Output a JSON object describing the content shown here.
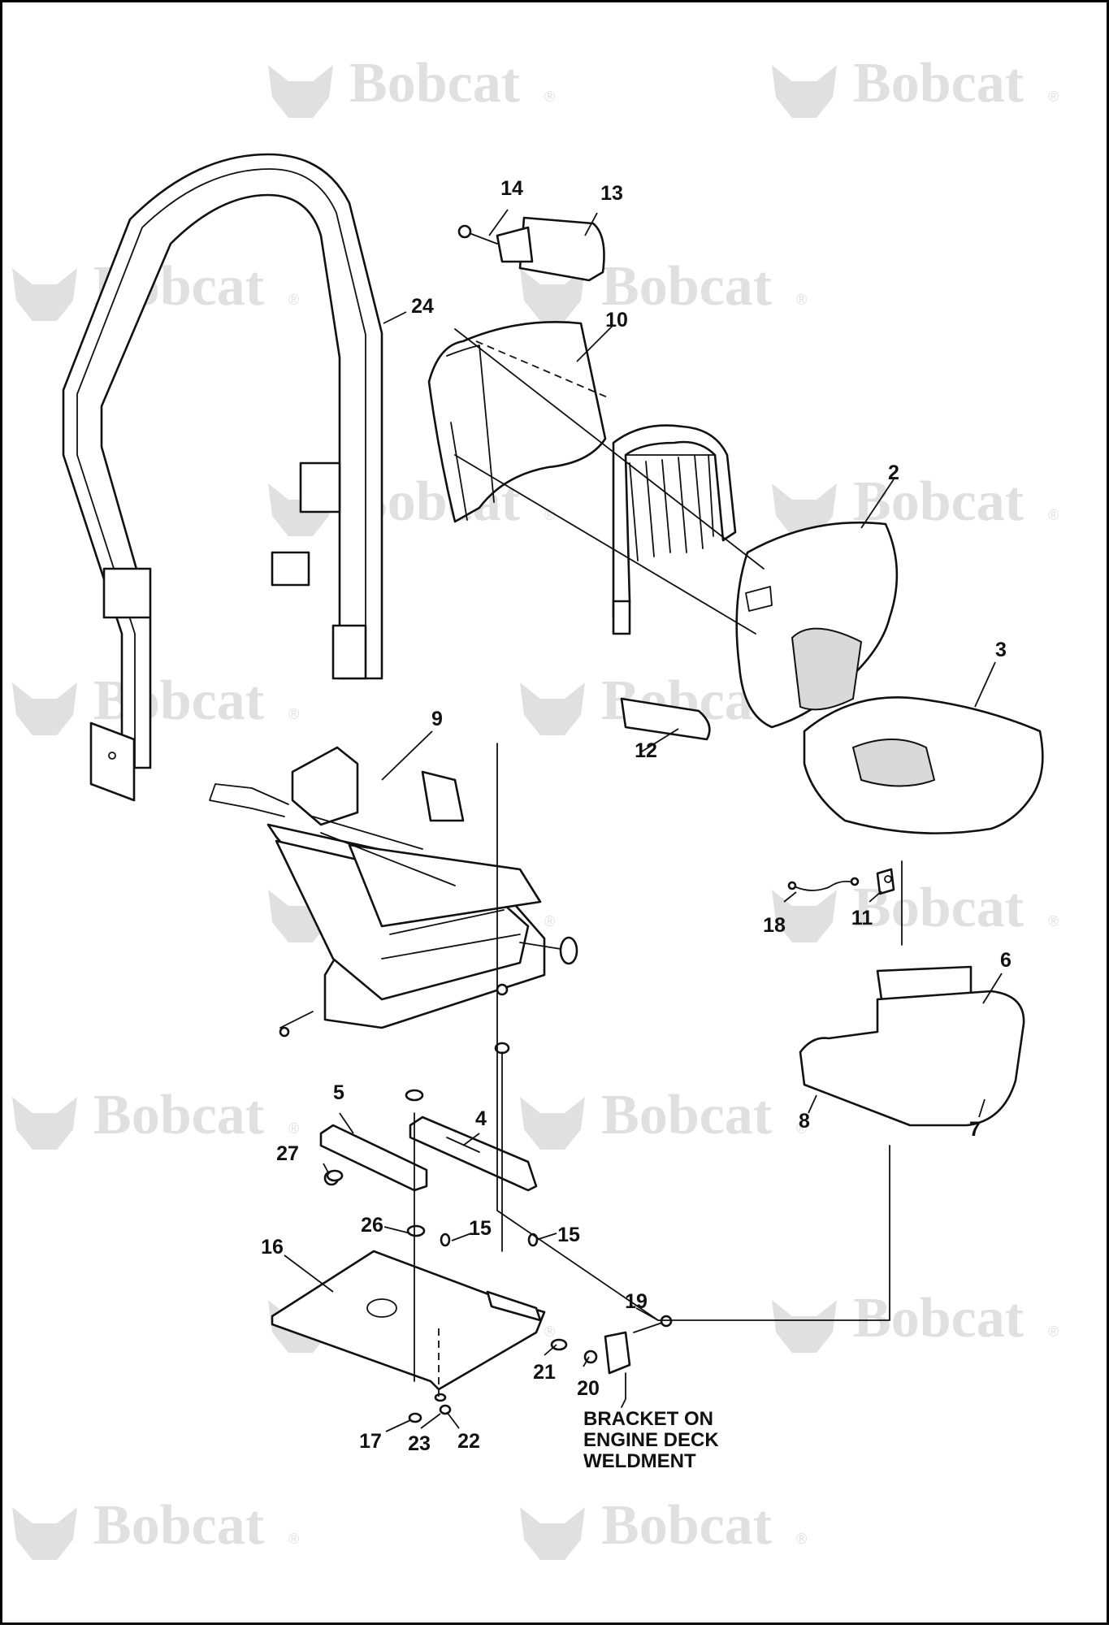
{
  "brand": {
    "watermark_text": "Bobcat",
    "watermark_mark": "®",
    "watermark_color": "#e0e0e0"
  },
  "callouts": [
    "2",
    "3",
    "4",
    "5",
    "6",
    "7",
    "8",
    "9",
    "10",
    "11",
    "12",
    "13",
    "14",
    "15",
    "15",
    "16",
    "17",
    "18",
    "19",
    "20",
    "21",
    "22",
    "23",
    "24",
    "26",
    "27"
  ],
  "note": {
    "line1": "BRACKET ON",
    "line2": "ENGINE DECK",
    "line3": "WELDMENT"
  },
  "colors": {
    "line": "#111111",
    "background": "#ffffff",
    "border": "#000000"
  }
}
